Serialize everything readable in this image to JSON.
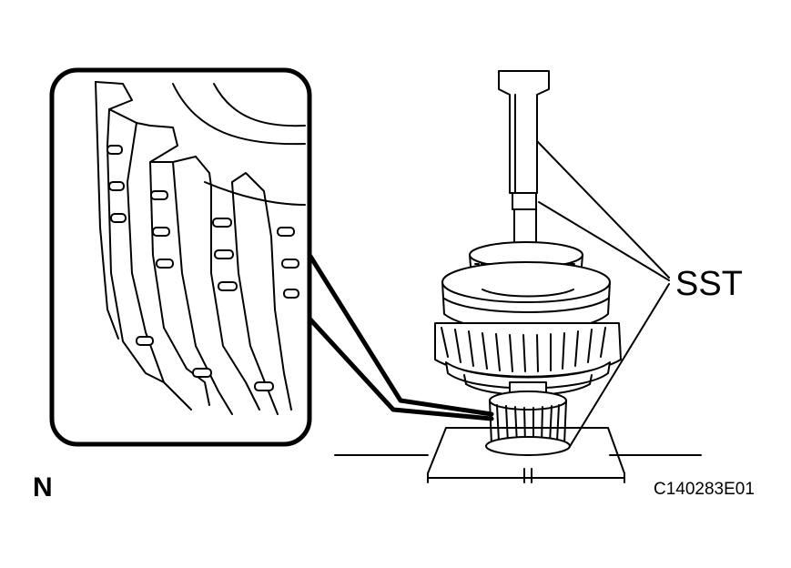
{
  "labels": {
    "sst": "SST",
    "north": "N",
    "figure_code": "C140283E01"
  },
  "colors": {
    "line": "#000000",
    "background": "#ffffff"
  }
}
